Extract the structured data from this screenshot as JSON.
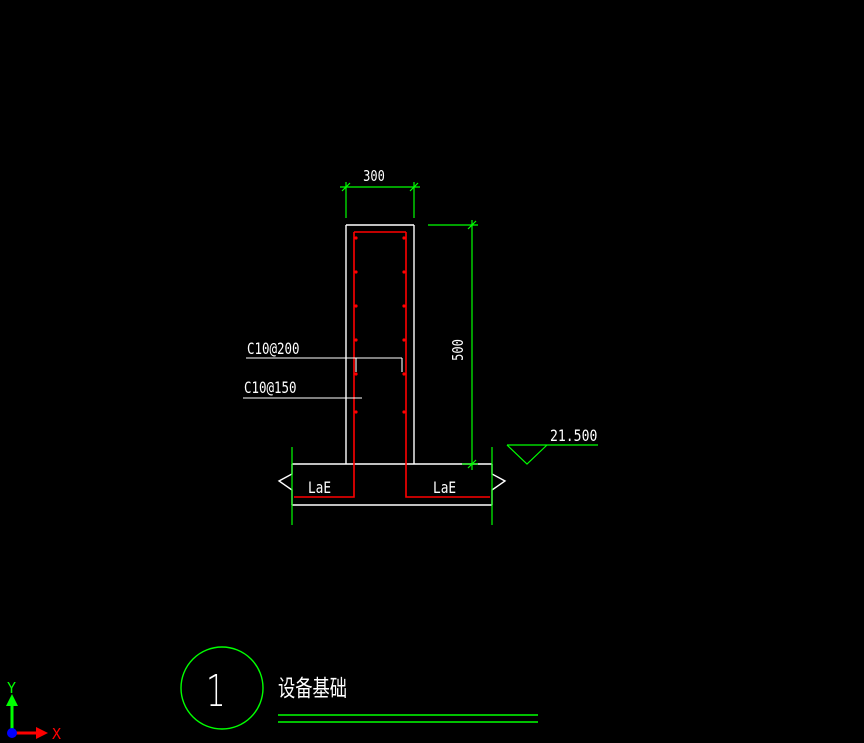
{
  "drawing": {
    "dimensions": {
      "width_label": "300",
      "height_label": "500"
    },
    "rebar": {
      "stirrup_label": "C10@200",
      "longitudinal_label": "C10@150"
    },
    "anchorage": {
      "left_label": "LaE",
      "right_label": "LaE"
    },
    "elevation": {
      "label": "21.500"
    },
    "title_block": {
      "number": "1",
      "title": "设备基础"
    },
    "ucs": {
      "x_label": "X",
      "y_label": "Y"
    }
  },
  "colors": {
    "background": "#000000",
    "outline": "#ffffff",
    "dimension": "#00ff00",
    "rebar": "#ff0000",
    "axis_x": "#ff0000",
    "axis_y": "#00ff00",
    "axis_origin": "#0000ff"
  }
}
